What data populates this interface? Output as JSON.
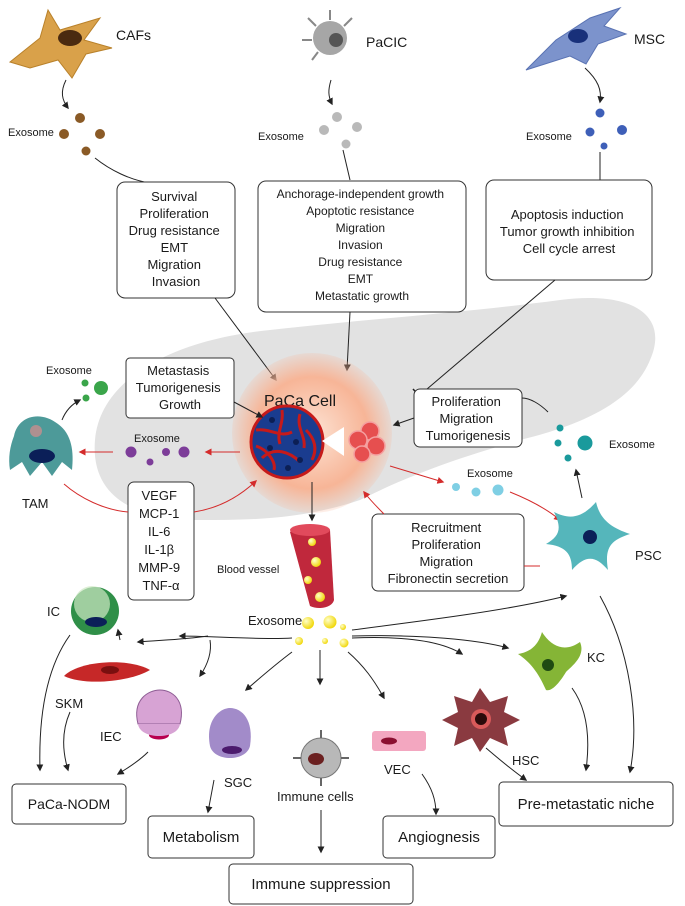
{
  "cells": {
    "cafs": "CAFs",
    "pacic": "PaCIC",
    "msc": "MSC",
    "tam": "TAM",
    "psc": "PSC",
    "paca_cell": "PaCa Cell",
    "ic": "IC",
    "skm": "SKM",
    "iec": "IEC",
    "sgc": "SGC",
    "immune_cells": "Immune cells",
    "vec": "VEC",
    "hsc": "HSC",
    "kc": "KC",
    "blood_vessel": "Blood vessel"
  },
  "exosome_label": "Exosome",
  "boxes": {
    "cafs_effects": [
      "Survival",
      "Proliferation",
      "Drug resistance",
      "EMT",
      "Migration",
      "Invasion"
    ],
    "pacic_effects": [
      "Anchorage-independent growth",
      "Apoptotic resistance",
      "Migration",
      "Invasion",
      "Drug resistance",
      "EMT",
      "Metastatic growth"
    ],
    "msc_effects": [
      "Apoptosis induction",
      "Tumor growth inhibition",
      "Cell cycle arrest"
    ],
    "tam_in_effects": [
      "Metastasis",
      "Tumorigenesis",
      "Growth"
    ],
    "tam_out_factors": [
      "VEGF",
      "MCP-1",
      "IL-6",
      "IL-1β",
      "MMP-9",
      "TNF-α"
    ],
    "psc_in_effects": [
      "Proliferation",
      "Migration",
      "Tumorigenesis"
    ],
    "psc_out_effects": [
      "Recruitment",
      "Proliferation",
      "Migration",
      "Fibronectin secretion"
    ]
  },
  "outcomes": {
    "paca_nodm": "PaCa-NODM",
    "metabolism": "Metabolism",
    "immune_suppression": "Immune suppression",
    "angiogenesis": "Angiognesis",
    "pre_metastatic_niche": "Pre-metastatic niche"
  },
  "colors": {
    "red_arrow": "#d42b2b",
    "pancreas_shade": "#e2e2e2",
    "paca_glow": "#f6a98a",
    "cafs": "#d9a14a",
    "pacic": "#a6a6a6",
    "msc": "#7c93cc",
    "tam": "#4d9a99",
    "psc": "#55b6bb",
    "exosome_yellow": "#f3e23a"
  }
}
